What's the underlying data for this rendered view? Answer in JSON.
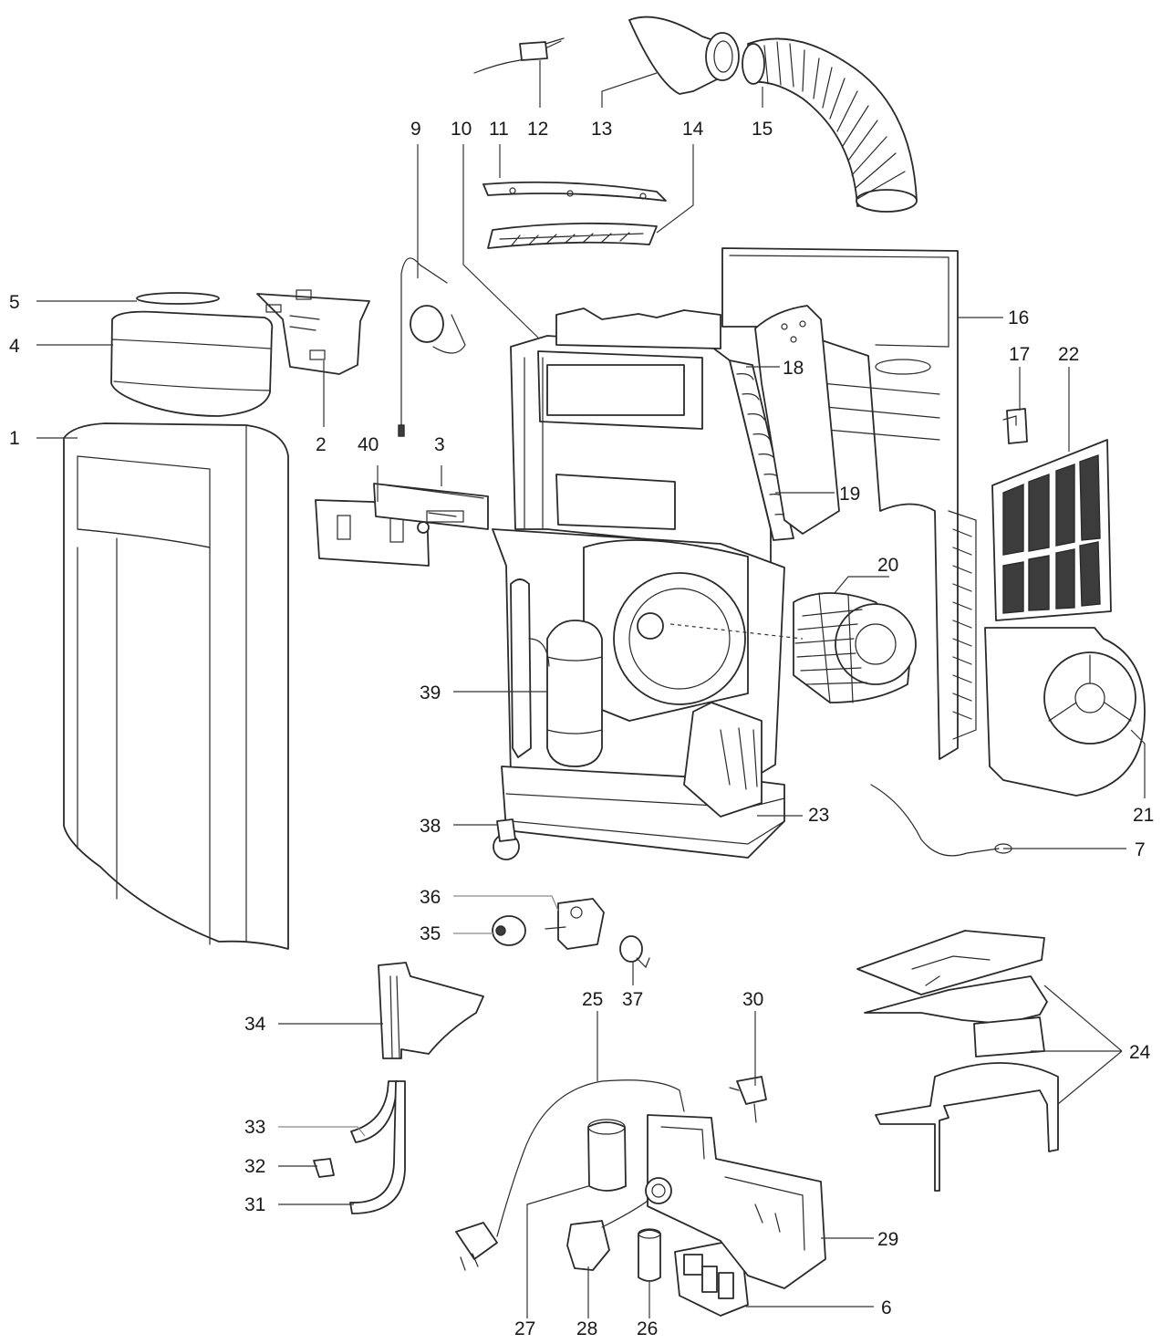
{
  "callouts": {
    "c1": "1",
    "c2": "2",
    "c3": "3",
    "c4": "4",
    "c5": "5",
    "c6": "6",
    "c7": "7",
    "c9": "9",
    "c10": "10",
    "c11": "11",
    "c12": "12",
    "c13": "13",
    "c14": "14",
    "c15": "15",
    "c16": "16",
    "c17": "17",
    "c18": "18",
    "c19": "19",
    "c20": "20",
    "c21": "21",
    "c22": "22",
    "c23": "23",
    "c24": "24",
    "c25": "25",
    "c26": "26",
    "c27": "27",
    "c28": "28",
    "c29": "29",
    "c30": "30",
    "c31": "31",
    "c32": "32",
    "c33": "33",
    "c34": "34",
    "c35": "35",
    "c36": "36",
    "c37": "37",
    "c38": "38",
    "c39": "39",
    "c40": "40"
  }
}
